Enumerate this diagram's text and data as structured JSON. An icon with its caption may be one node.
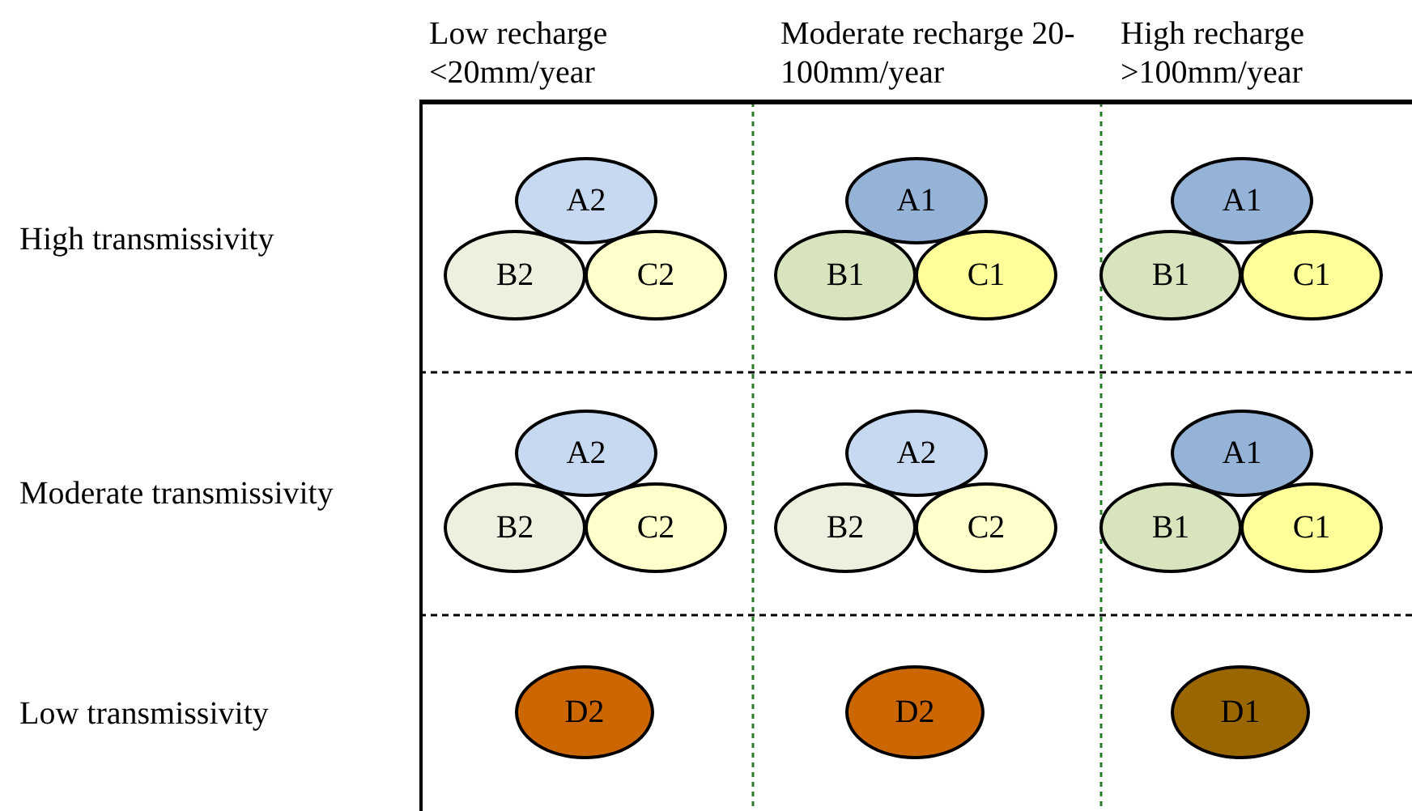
{
  "diagram": {
    "nodes": [
      {
        "text": [
          "A2"
        ]
      },
      {
        "text": [
          "B2"
        ]
      },
      {
        "text": [
          "C2"
        ]
      },
      {
        "text": [
          "A1"
        ]
      },
      {
        "text": [
          "B1"
        ]
      },
      {
        "text": [
          "C1"
        ]
      },
      {
        "text": [
          "A1"
        ]
      },
      {
        "text": [
          "B1"
        ]
      },
      {
        "text": [
          "C1"
        ]
      },
      {
        "text": [
          "A2"
        ]
      },
      {
        "text": [
          "B2"
        ]
      },
      {
        "text": [
          "C2"
        ]
      },
      {
        "text": [
          "A2"
        ]
      },
      {
        "text": [
          "B2"
        ]
      },
      {
        "text": [
          "C2"
        ]
      },
      {
        "text": [
          "A1"
        ]
      },
      {
        "text": [
          "B1"
        ]
      },
      {
        "text": [
          "C1"
        ]
      },
      {
        "text": [
          "D2"
        ]
      },
      {
        "text": [
          "D2"
        ]
      },
      {
        "text": [
          "D1"
        ]
      }
    ],
    "labels": [
      "Low recharge <20mm/year",
      "Moderate recharge 20-100mm/year",
      "High recharge >100mm/year",
      "High transmissivity",
      "Moderate transmissivity",
      "Low transmissivity"
    ]
  }
}
